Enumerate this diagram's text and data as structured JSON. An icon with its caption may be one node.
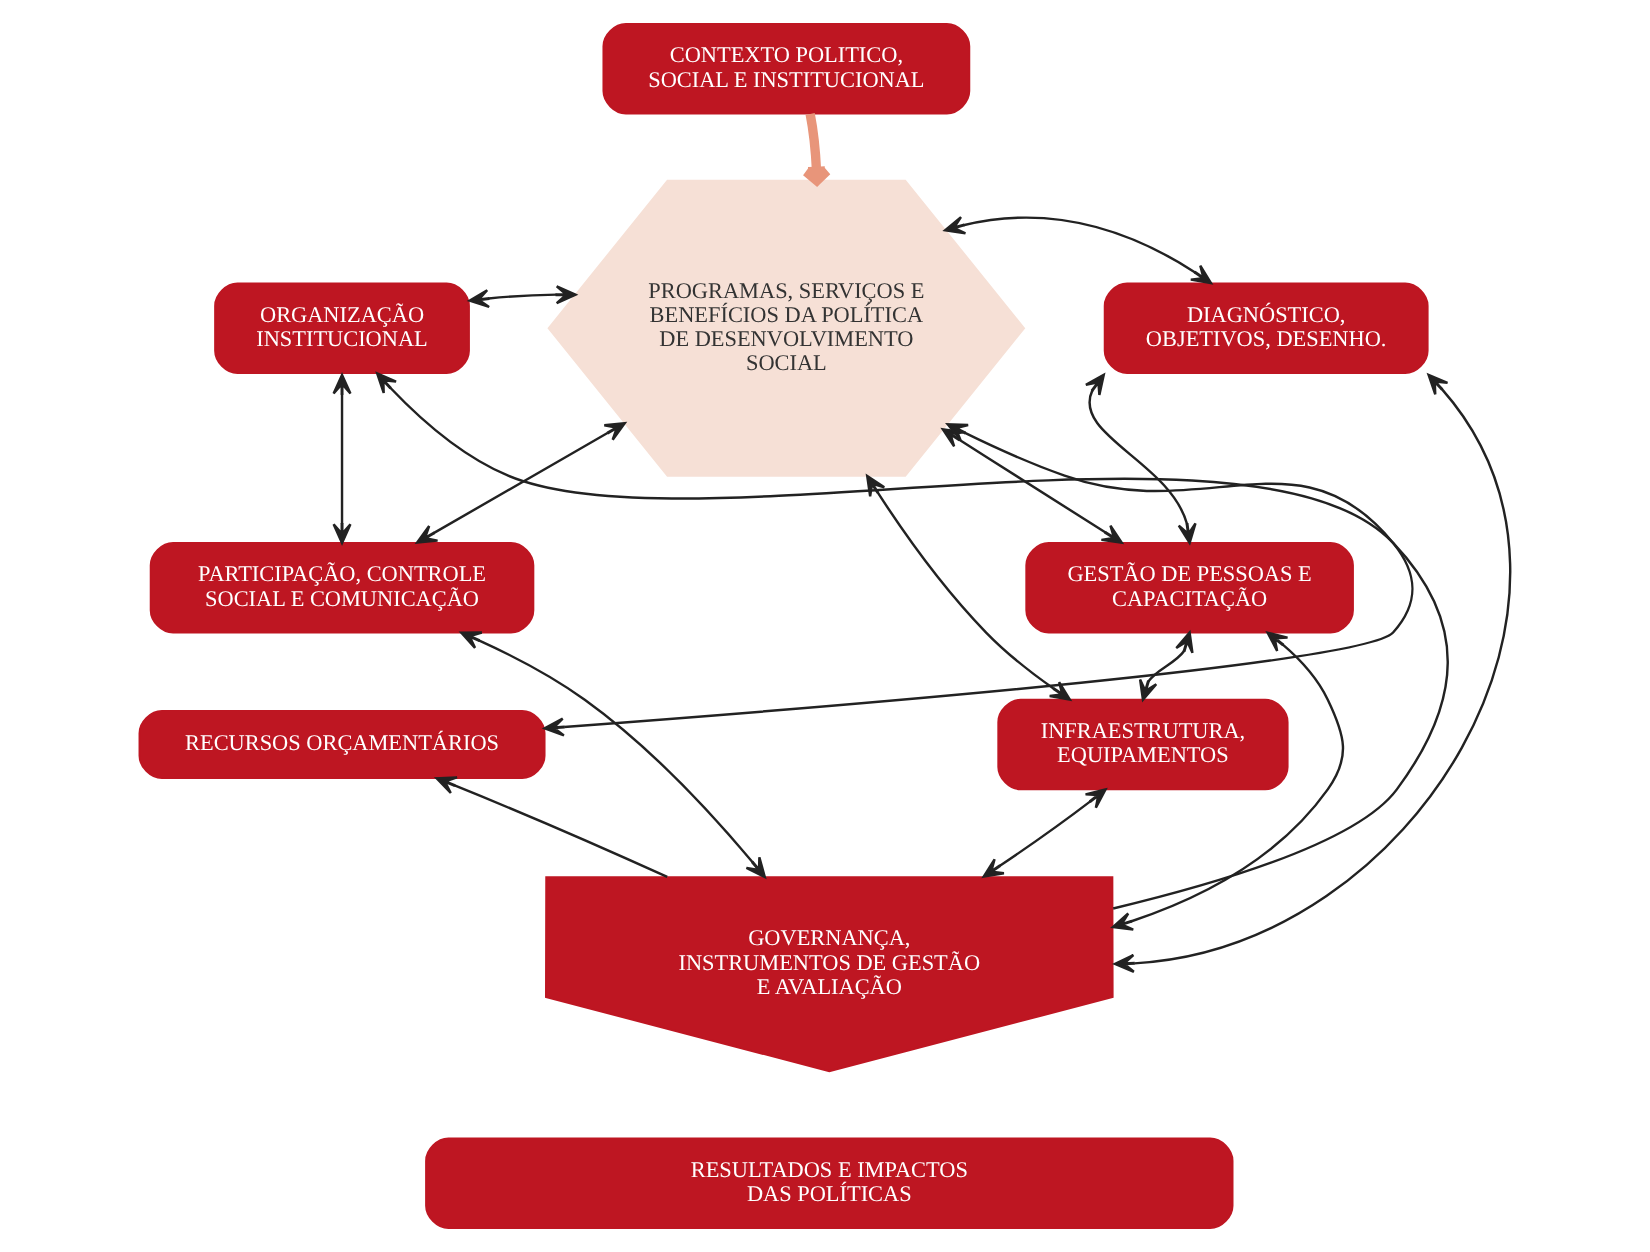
{
  "diagram": {
    "nodes": [
      {
        "text": [
          "CONTEXTO POLITICO, SOCIAL E INSTITUCIONAL"
        ]
      },
      {
        "text": [
          "ORGANIZAÇÃO INSTITUCIONAL"
        ]
      },
      {
        "text": [
          "DIAGNÓSTICO, OBJETIVOS, DESENHO."
        ]
      },
      {
        "text": [
          "PARTICIPAÇÃO, CONTROLE SOCIAL E COMUNICAÇÃO"
        ]
      },
      {
        "text": [
          "PROGRAMAS, SERVIÇOS E BENEFÍCIOS DA POLÍTICA DE DESENVOLVIMENTO SOCIAL"
        ]
      },
      {
        "text": [
          "GESTÃO DE PESSOAS E CAPACITAÇÃO"
        ]
      },
      {
        "text": [
          "RECURSOS ORÇAMENTÁRIOS"
        ]
      },
      {
        "text": [
          "INFRAESTRUTURA, EQUIPAMENTOS"
        ]
      },
      {
        "text": [
          "GOVERNANÇA, INSTRUMENTOS DE GESTÃO E AVALIAÇÃO"
        ]
      },
      {
        "text": [
          "RESULTADOS E IMPACTOS DAS POLÍTICAS"
        ]
      }
    ],
    "edges": [
      {
        "from": 0,
        "to": 4,
        "arrow": "to",
        "style": "thick",
        "color": "#e8957a"
      },
      {
        "from": 1,
        "to": 4,
        "arrow": "both"
      },
      {
        "from": 1,
        "to": 3,
        "arrow": "both"
      },
      {
        "from": 3,
        "to": 4,
        "arrow": "both"
      },
      {
        "from": 3,
        "to": 8,
        "arrow": "both"
      },
      {
        "from": 6,
        "to": 4,
        "arrow": "both"
      },
      {
        "from": 8,
        "to": 6,
        "arrow": "to"
      },
      {
        "from": 8,
        "to": 1,
        "arrow": "to"
      },
      {
        "from": 2,
        "to": 4,
        "arrow": "both"
      },
      {
        "from": 2,
        "to": 5,
        "arrow": "both"
      },
      {
        "from": 5,
        "to": 4,
        "arrow": "both"
      },
      {
        "from": 5,
        "to": 7,
        "arrow": "both"
      },
      {
        "from": 4,
        "to": 7,
        "arrow": "both"
      },
      {
        "from": 8,
        "to": 2,
        "arrow": "both"
      },
      {
        "from": 8,
        "to": 5,
        "arrow": "both"
      },
      {
        "from": 8,
        "to": 7,
        "arrow": "both"
      }
    ]
  }
}
